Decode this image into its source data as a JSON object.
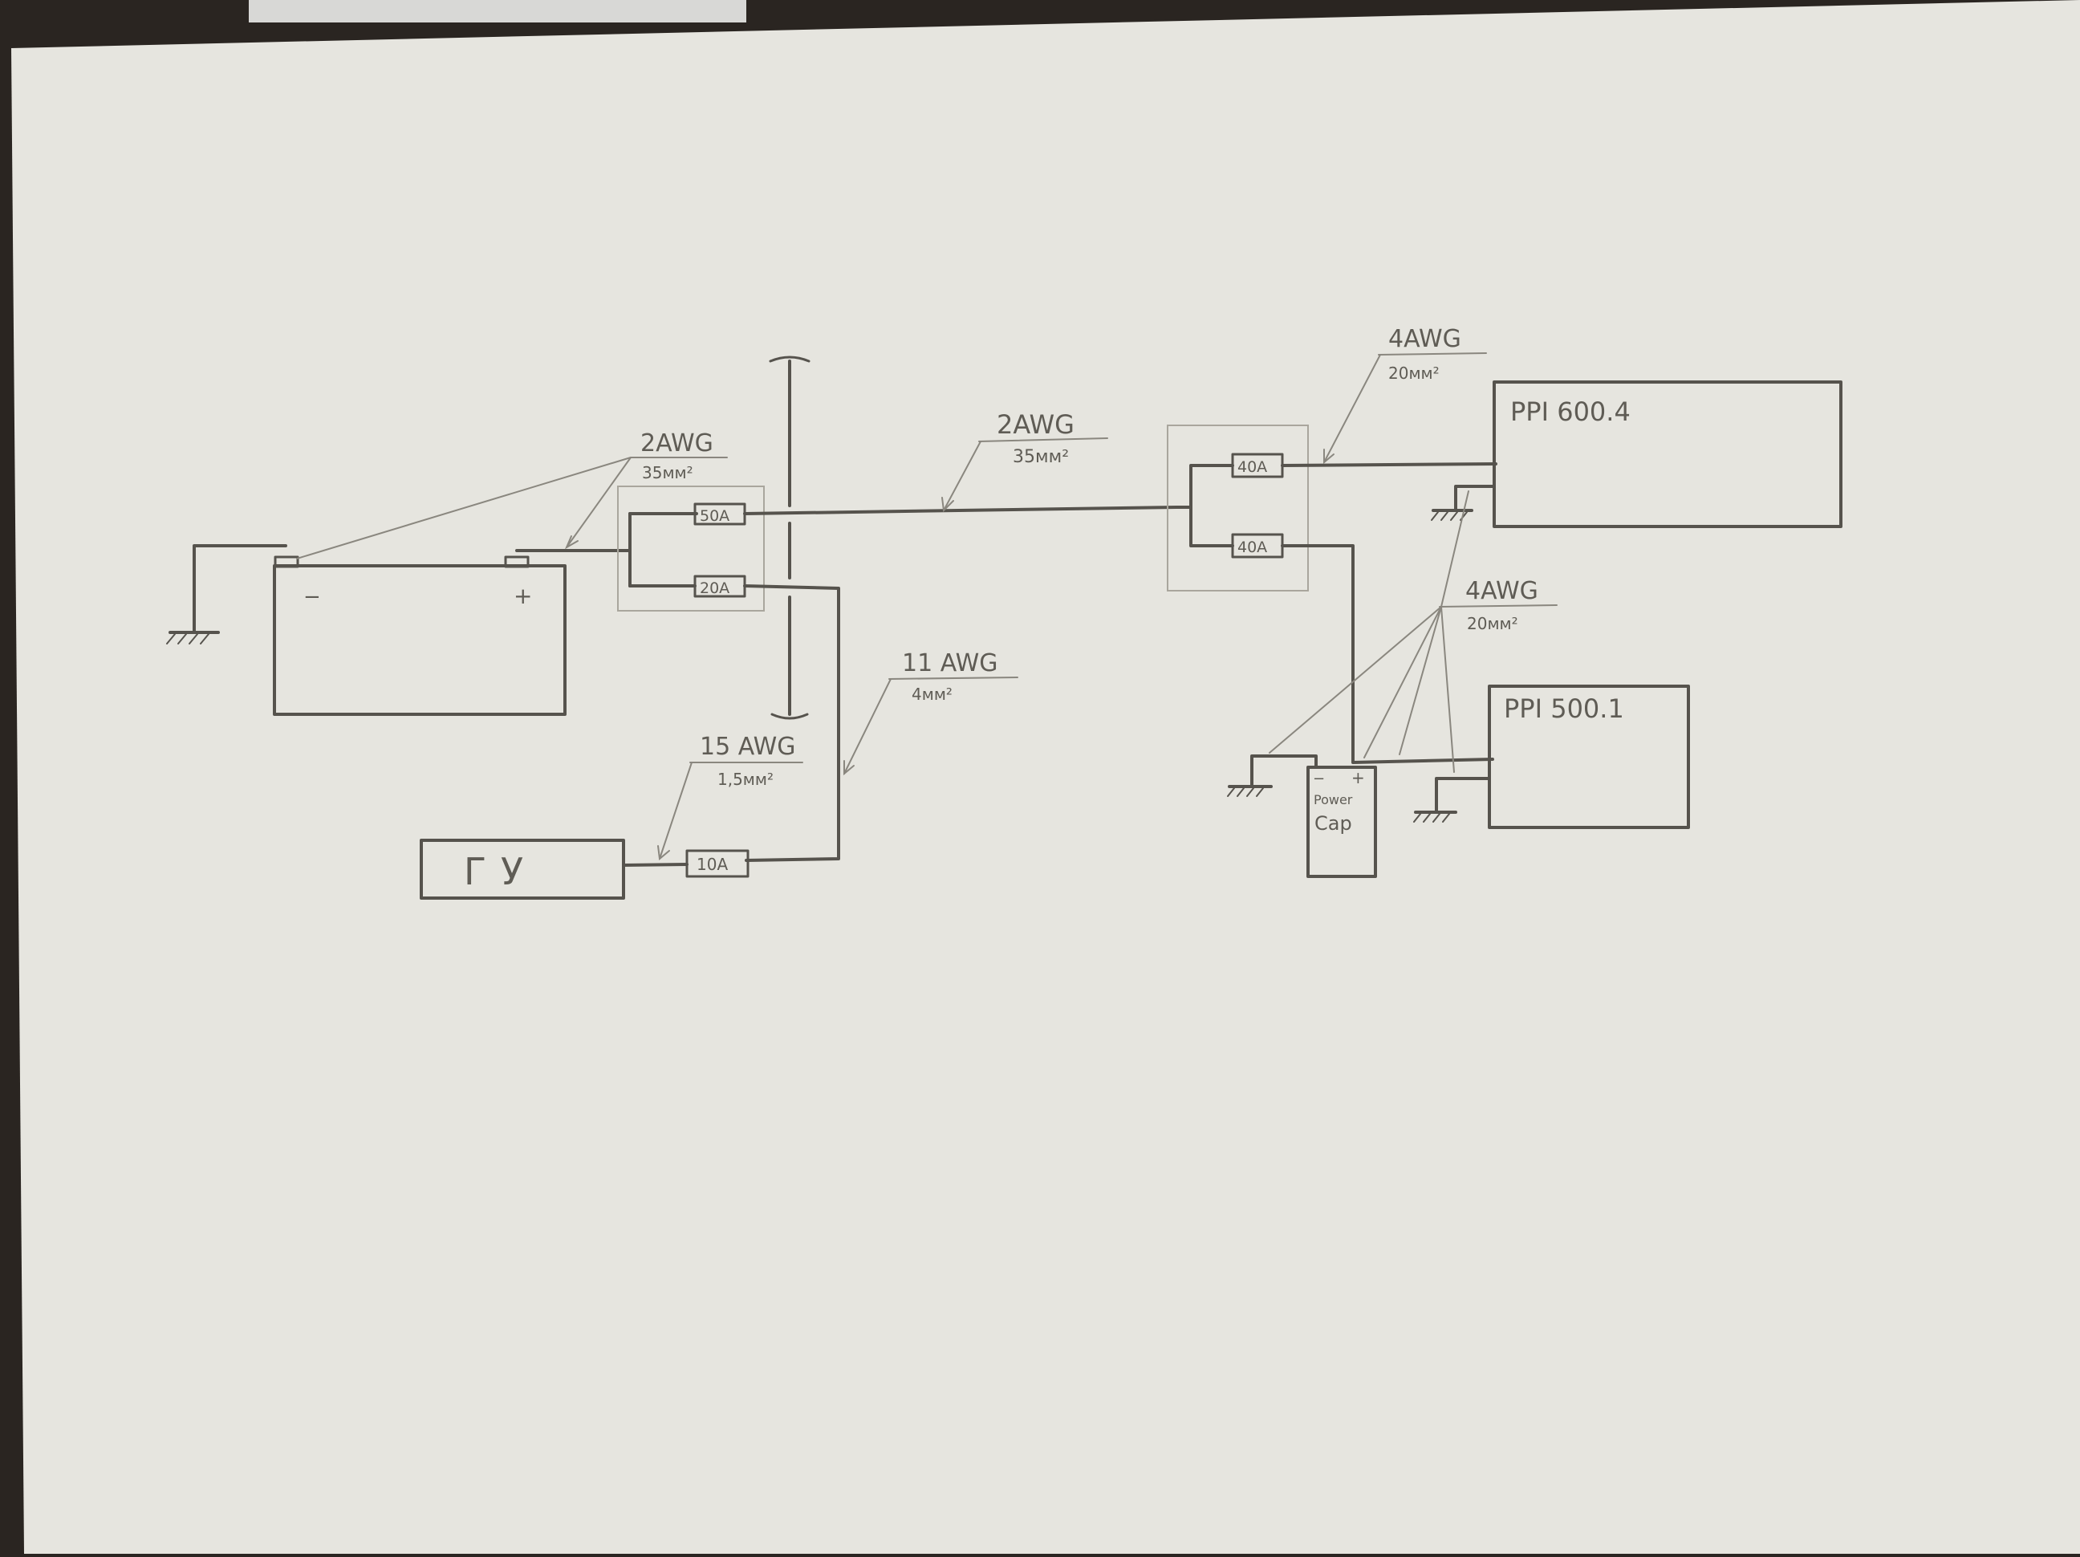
{
  "diagram": {
    "battery": {
      "minus": "−",
      "plus": "+"
    },
    "fuses": {
      "main_block_top": "50A",
      "main_block_bottom": "20A",
      "head_unit": "10A",
      "amp_block_top": "40A",
      "amp_block_bottom": "40A"
    },
    "labels": {
      "battery_cable_gauge": "2AWG",
      "battery_cable_area": "35мм²",
      "main_cable_gauge": "2AWG",
      "main_cable_area": "35мм²",
      "feed_cable_gauge": "11 AWG",
      "feed_cable_area": "4мм²",
      "hu_cable_gauge": "15 AWG",
      "hu_cable_area": "1,5мм²",
      "amp_cable_gauge": "4AWG",
      "amp_cable_area": "20мм²",
      "ground_cable_gauge": "4AWG",
      "ground_cable_area": "20мм²"
    },
    "components": {
      "head_unit": "ГУ",
      "amp_1": "PPI 600.4",
      "amp_2": "PPI 500.1",
      "capacitor_line_1": "Power",
      "capacitor_line_2": "Cap",
      "cap_minus": "−",
      "cap_plus": "+"
    }
  }
}
